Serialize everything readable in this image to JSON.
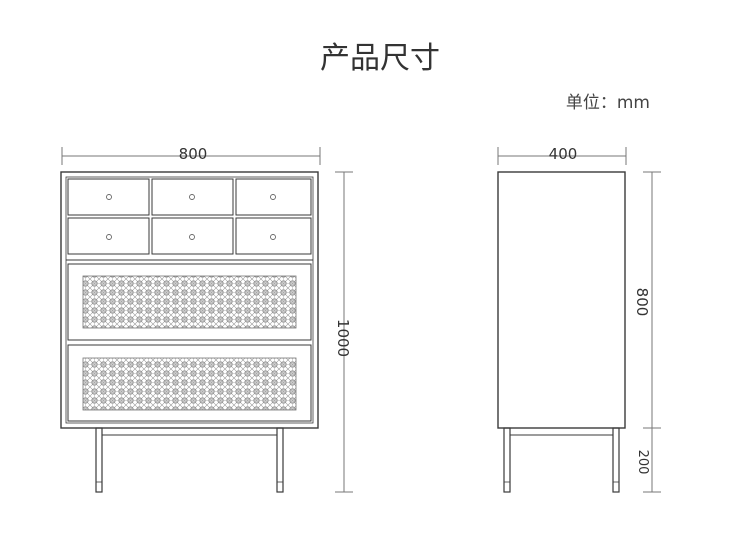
{
  "title": "产品尺寸",
  "unit_label": "单位：mm",
  "front_view": {
    "width_dim": "800",
    "height_dim": "1000"
  },
  "side_view": {
    "depth_dim": "400",
    "body_height_dim": "800",
    "leg_height_dim": "200"
  },
  "colors": {
    "line": "#3a3a3a",
    "dim_line": "#777777",
    "rattan": "#8a8a8a"
  }
}
